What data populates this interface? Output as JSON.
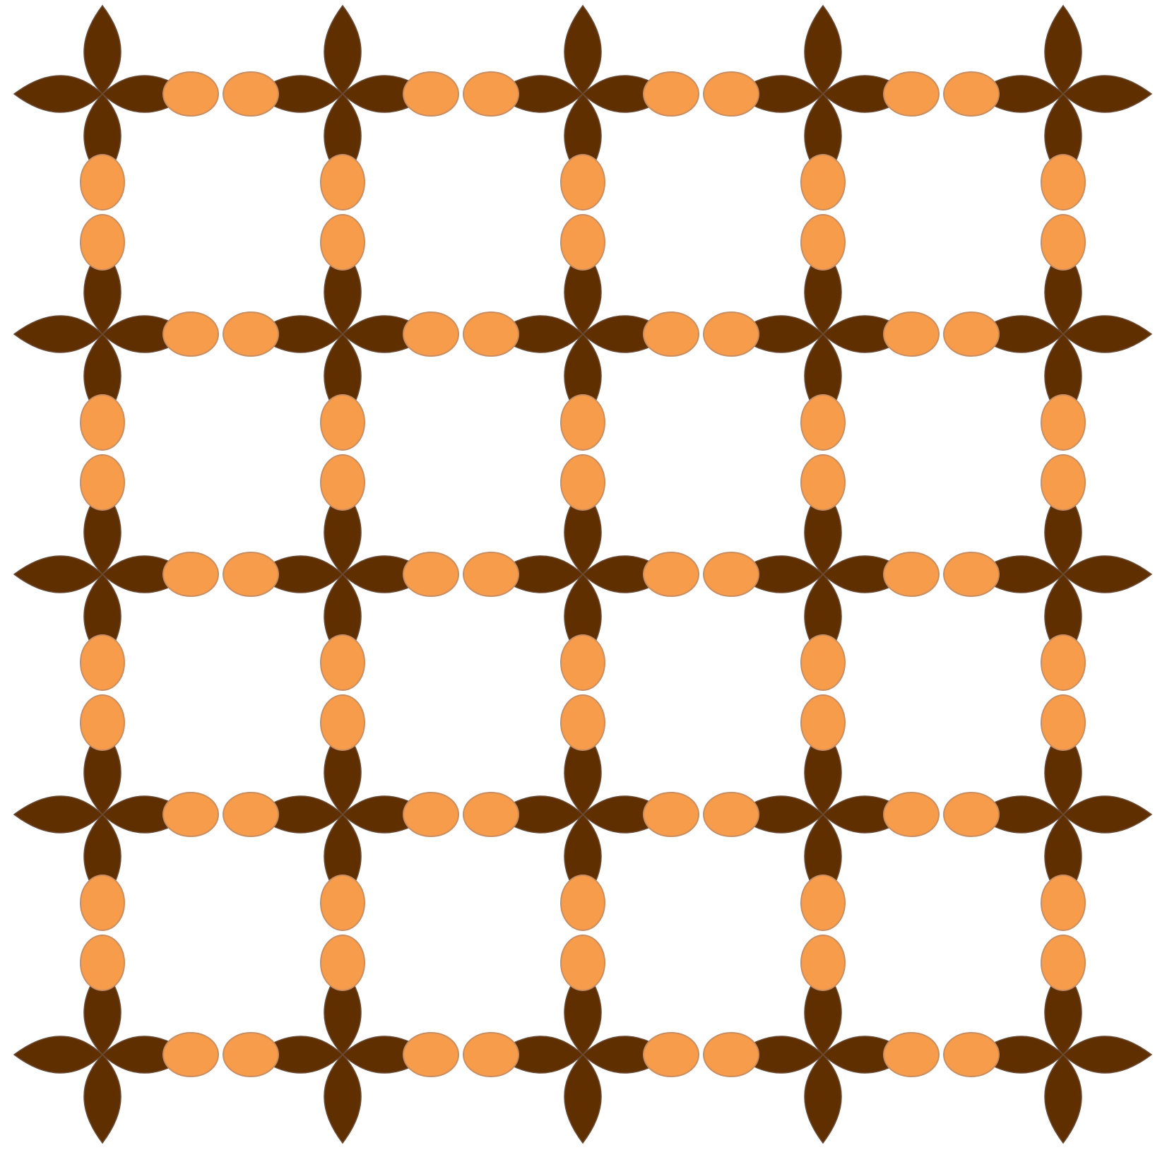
{
  "pattern": {
    "columns": 5,
    "rows": 5,
    "colors": {
      "background": "#ffffff",
      "petal": "#5f2f00",
      "bead": "#f79c4a",
      "bead_outline": "#c88d62",
      "petal_outline": "#6a4b35"
    },
    "shapes": {
      "junction": "four-petal-cross",
      "link_bead": "orange-oval-bead"
    }
  }
}
